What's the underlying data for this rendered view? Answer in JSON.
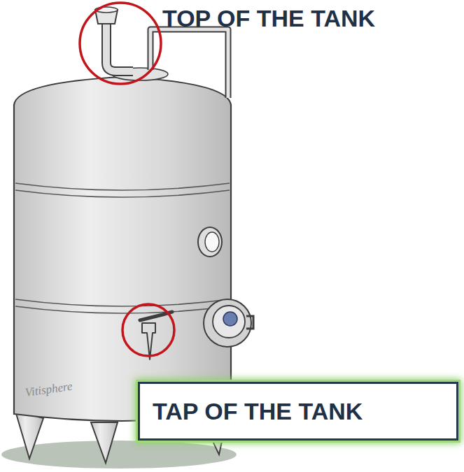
{
  "diagram": {
    "nodes": [
      {
        "text": [
          "TAP OF THE TANK"
        ]
      }
    ],
    "labels": [
      "TOP OF THE TANK",
      "Vitisphere"
    ]
  }
}
